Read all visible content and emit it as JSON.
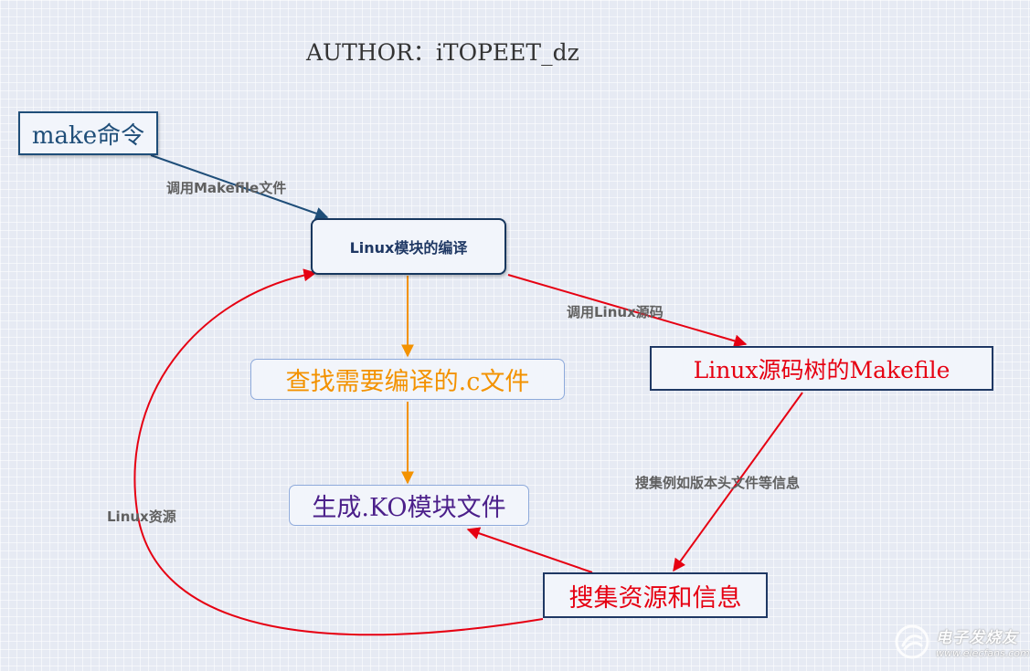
{
  "author": "AUTHOR：iTOPEET_dz",
  "nodes": {
    "make_command": "make命令",
    "module_compile": "Linux模块的编译",
    "find_c_files": "查找需要编译的.c文件",
    "generate_ko": "生成.KO模块文件",
    "kernel_makefile": "Linux源码树的Makefile",
    "collect_info": "搜集资源和信息"
  },
  "edge_labels": {
    "call_makefile": "调用Makefile文件",
    "call_linux_source": "调用Linux源码",
    "collect_version_headers": "搜集例如版本头文件等信息",
    "linux_resources": "Linux资源"
  },
  "colors": {
    "navy_arrow": "#1f4e79",
    "orange_arrow": "#f39200",
    "red_arrow": "#e60012"
  },
  "watermark": {
    "name": "电子发烧友",
    "url": "www.elecfans.com"
  }
}
